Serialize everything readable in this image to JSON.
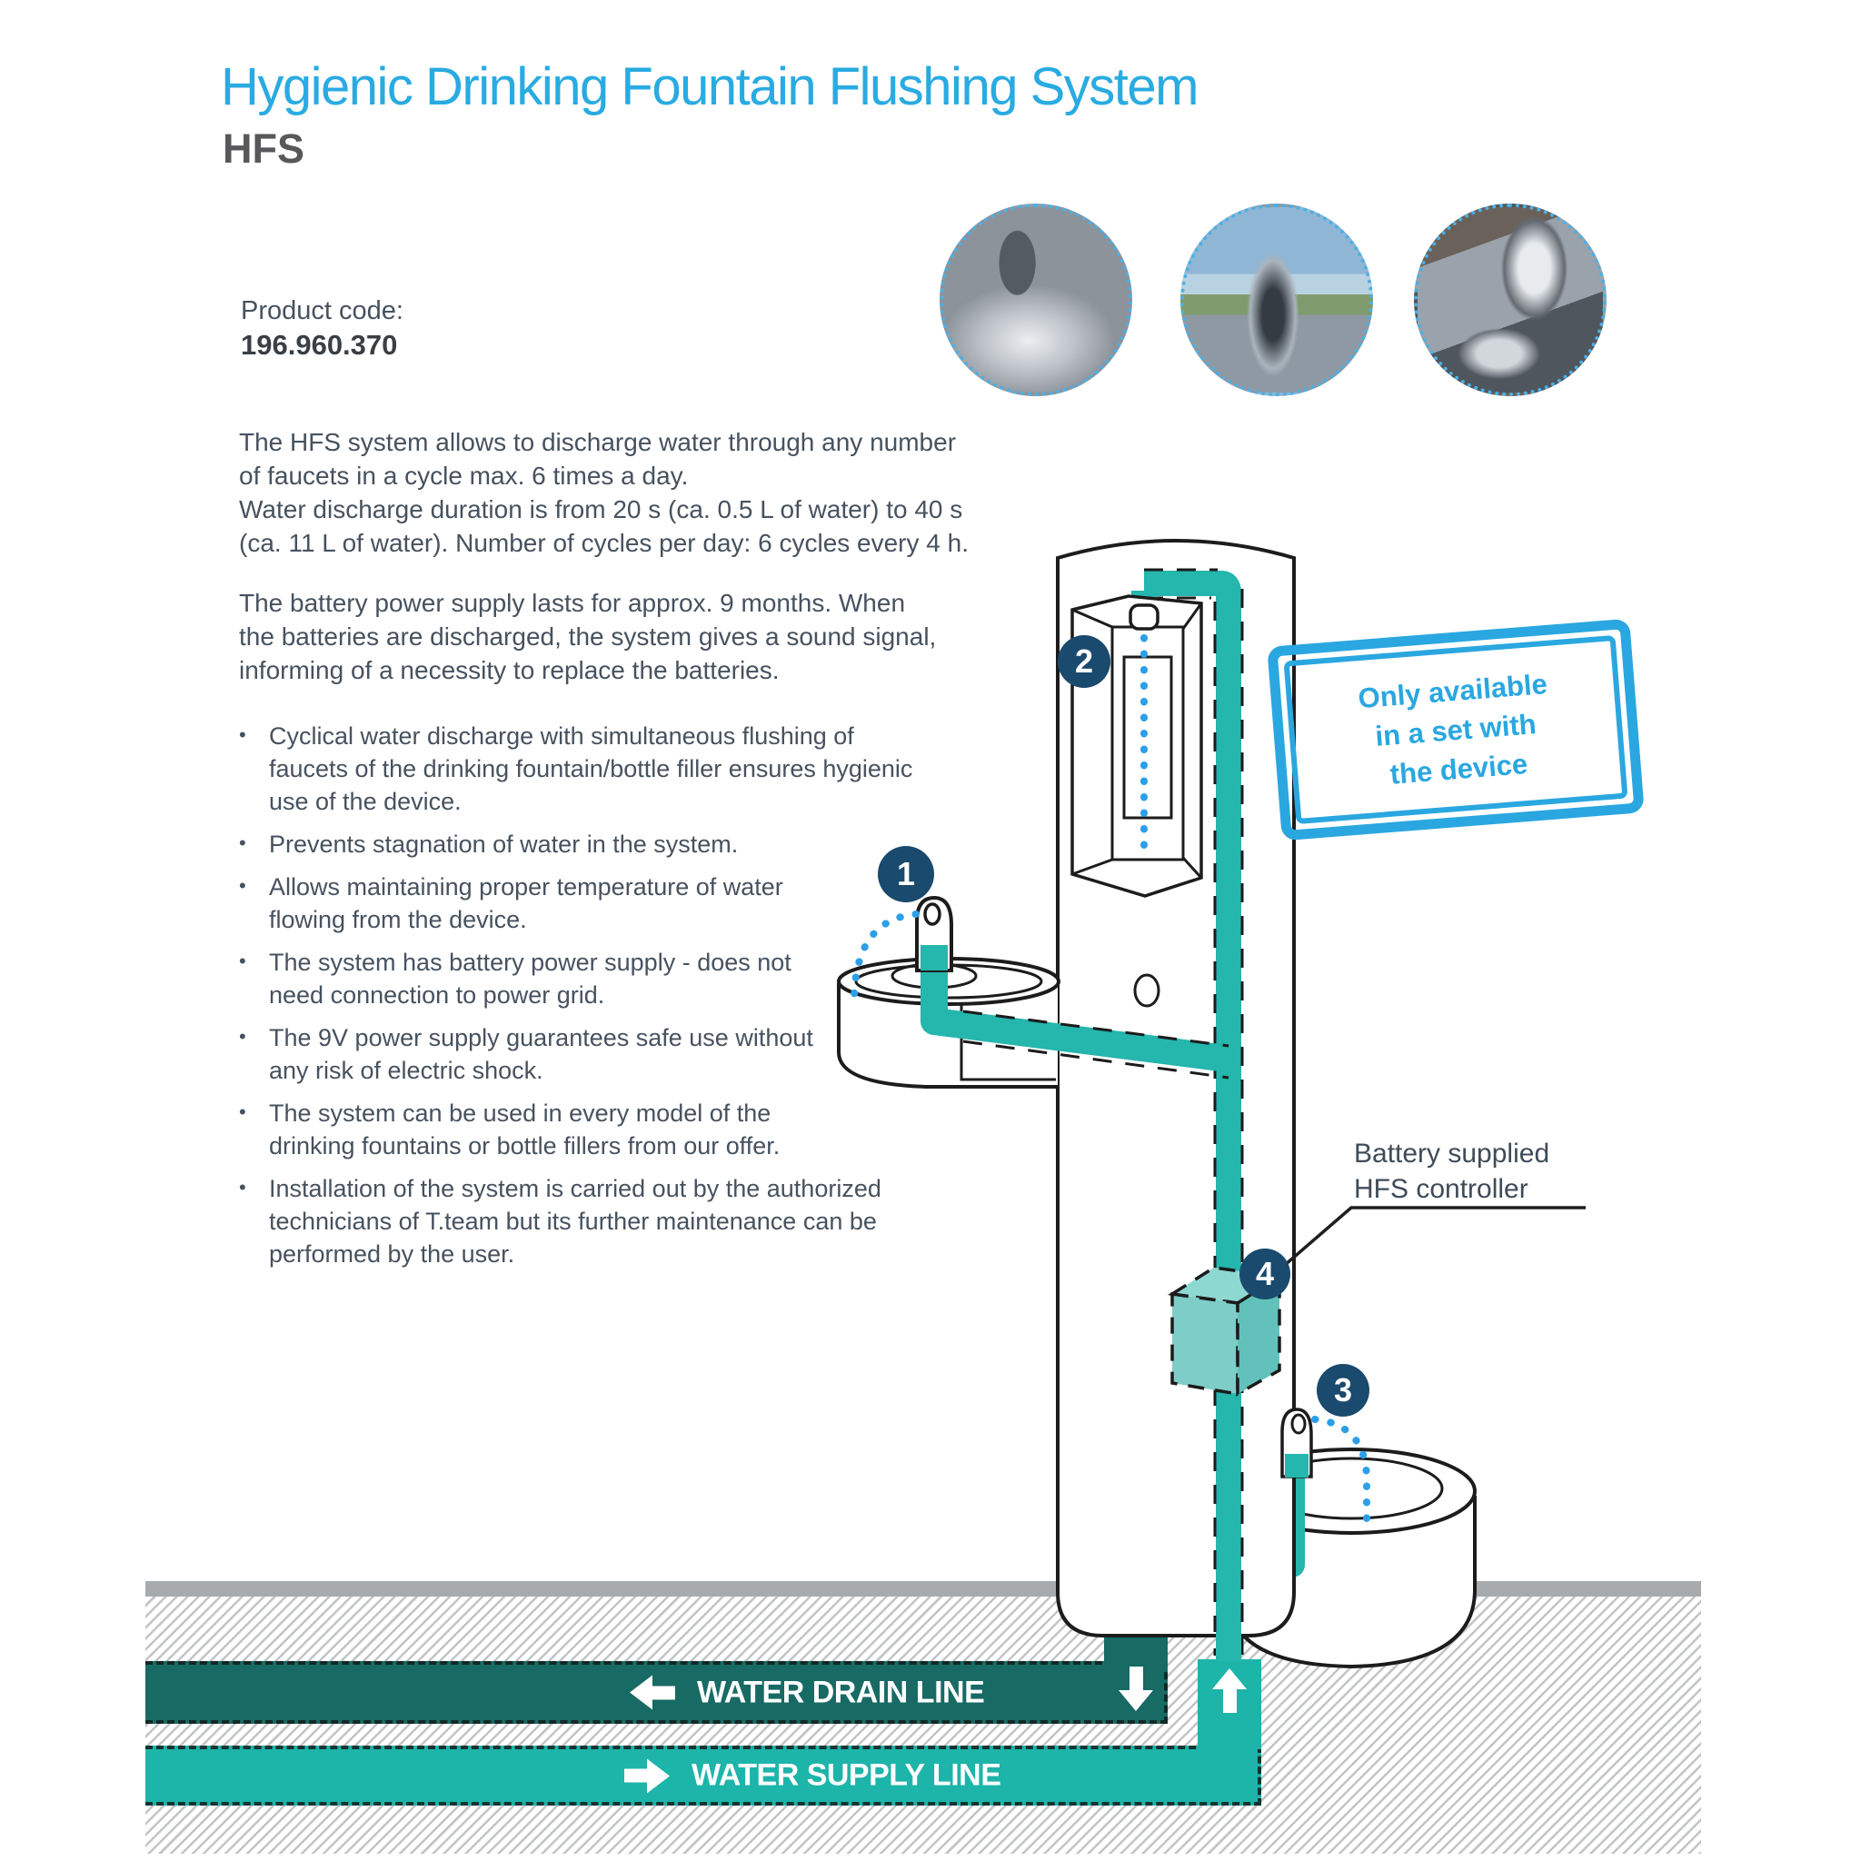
{
  "document": {
    "title": "Hygienic Drinking Fountain Flushing System",
    "product_abbr": "HFS",
    "product_code_label": "Product code:",
    "product_code": "196.960.370"
  },
  "intro": {
    "paragraph1": "The HFS system allows to discharge water through any number\nof faucets in a cycle max. 6 times a day.\nWater discharge duration is from 20 s (ca. 0.5 L of water) to 40 s\n(ca. 11 L of water). Number of cycles per day: 6 cycles every 4 h.",
    "paragraph2": "The battery power supply lasts for approx. 9 months. When\nthe batteries are discharged, the system gives a sound signal,\ninforming of a necessity to replace the batteries."
  },
  "bullets": [
    "Cyclical water discharge with simultaneous flushing of\nfaucets of the drinking fountain/bottle filler ensures hygienic\nuse of the device.",
    "Prevents stagnation of water in the system.",
    "Allows maintaining proper temperature of water\nflowing from the device.",
    "The system has battery power supply - does not\nneed connection to power grid.",
    "The 9V power supply guarantees safe use without\nany risk of electric shock.",
    "The system can be used in every model of the\ndrinking fountains or bottle fillers from our offer.",
    "Installation of the system is carried out by the authorized\ntechnicians of T.team but its further maintenance can be\nperformed by the user."
  ],
  "stamp": {
    "line1": "Only available",
    "line2": "in a set with",
    "line3": "the device"
  },
  "diagram": {
    "callout1": "1",
    "callout2": "2",
    "callout3": "3",
    "callout4": "4",
    "controller_label_line1": "Battery supplied",
    "controller_label_line2": "HFS controller",
    "drain_line_label": "WATER DRAIN LINE",
    "supply_line_label": "WATER SUPPLY LINE"
  },
  "photos": [
    {
      "name": "chrome-drinking-faucet-photo"
    },
    {
      "name": "bottle-filler-spout-photo"
    },
    {
      "name": "faucet-drain-closeup-photo"
    }
  ],
  "colors": {
    "accent_blue": "#29abe2",
    "badge_navy": "#1a4a6d",
    "pipe_teal": "#25b6ad",
    "drain_dark_teal": "#186a64",
    "supply_teal": "#1db4aa",
    "stamp_blue": "#2aa7e0"
  }
}
